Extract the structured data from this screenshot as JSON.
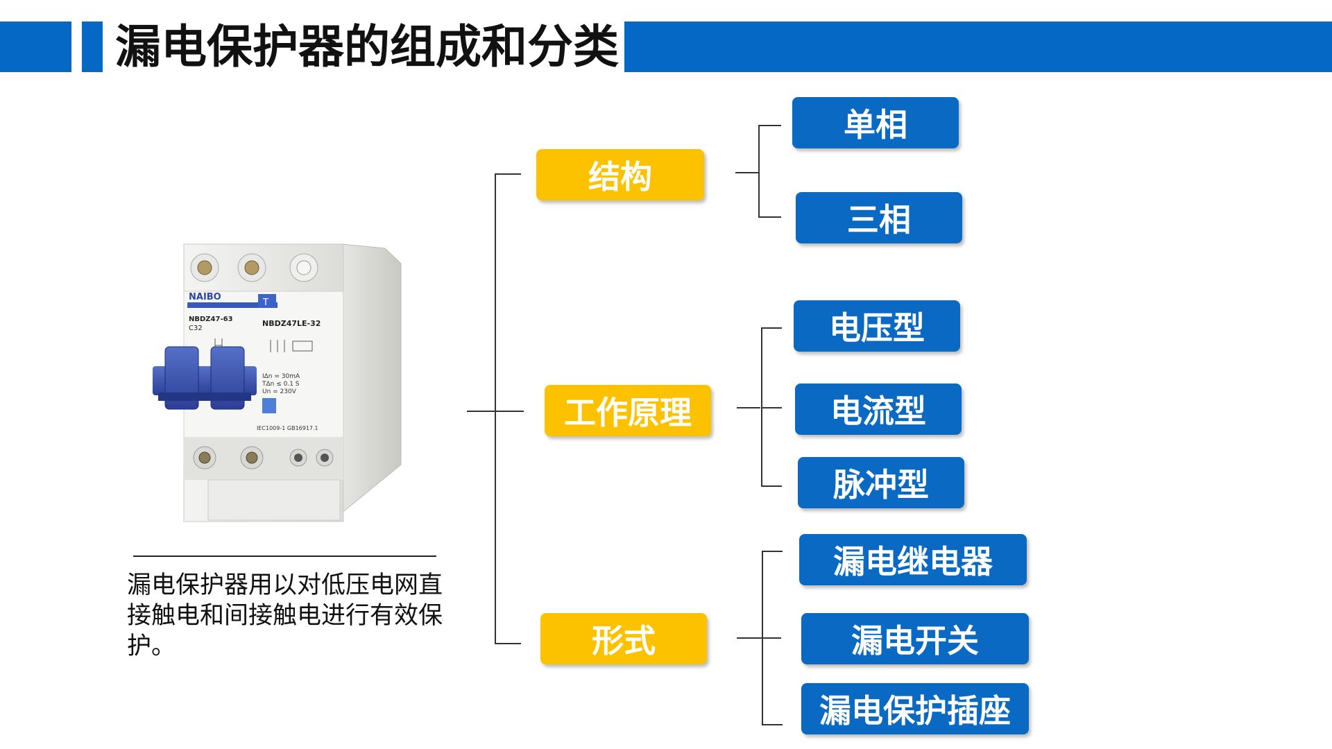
{
  "slide": {
    "title": "漏电保护器的组成和分类",
    "accent_color": "#0568c4",
    "category_color": "#fcc200",
    "subtype_color": "#0a6ac3"
  },
  "categories": [
    {
      "label": "结构",
      "subtypes": [
        "单相",
        "三相"
      ]
    },
    {
      "label": "工作原理",
      "subtypes": [
        "电压型",
        "电流型",
        "脉冲型"
      ]
    },
    {
      "label": "形式",
      "subtypes": [
        "漏电继电器",
        "漏电开关",
        "漏电保护插座"
      ]
    }
  ],
  "description": "漏电保护器用以对低压电网直接触电和间接触电进行有效保护。",
  "device": {
    "brand": "NAIBO",
    "left_model": "NBDZ47-63",
    "left_rating": "C32",
    "test_button": "T",
    "right_model": "NBDZ47LE-32",
    "residual_current": "IΔn = 30mA",
    "trip_time": "TΔn ≤ 0.1 S",
    "voltage": "Un = 230V",
    "standards": "IEC1009-1 GB16917.1"
  }
}
